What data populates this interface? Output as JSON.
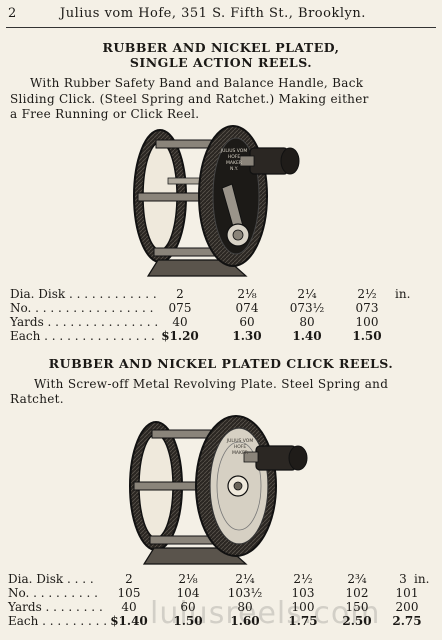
{
  "header": {
    "page_number": "2",
    "publisher": "Julius vom Hofe, 351 S. Fifth St., Brooklyn."
  },
  "section1": {
    "title_line1": "RUBBER AND NICKEL PLATED,",
    "title_line2": "SINGLE ACTION REELS.",
    "desc_line1": "With Rubber Safety Band and Balance Handle, Back",
    "desc_line2": "Sliding Click.  (Steel Spring and Ratchet.)  Making either",
    "desc_line3": "a Free Running or Click Reel.",
    "reel_plate_text": [
      "JULIUS VOM",
      "HOFE",
      "MAKER",
      "N.Y."
    ],
    "table": {
      "rows": [
        {
          "label": "Dia. Disk . . . . . . . . . . . .",
          "values": [
            "2",
            "2⅛",
            "2¼",
            "2½"
          ],
          "unit": "in."
        },
        {
          "label": "No. . . . . . . . . . . . . . . . .",
          "values": [
            "075",
            "074",
            "073½",
            "073"
          ],
          "unit": ""
        },
        {
          "label": "Yards . . . . . . . . . . . . . . .",
          "values": [
            "40",
            "60",
            "80",
            "100"
          ],
          "unit": ""
        },
        {
          "label": "Each . . . . . . . . . . . . . . .",
          "values": [
            "$1.20",
            "1.30",
            "1.40",
            "1.50"
          ],
          "unit": ""
        }
      ]
    }
  },
  "section2": {
    "title": "RUBBER AND NICKEL PLATED CLICK REELS.",
    "desc_line1": "With Screw-off Metal Revolving Plate.  Steel Spring and",
    "desc_line2": "Ratchet.",
    "reel_plate_text": [
      "JULIUS VOM",
      "HOFE",
      "MAKER"
    ],
    "table": {
      "rows": [
        {
          "label": "Dia. Disk . . . .",
          "values": [
            "2",
            "2⅛",
            "2¼",
            "2½",
            "2¾",
            "3"
          ],
          "unit": "in."
        },
        {
          "label": "No. . . . . . . . . .",
          "values": [
            "105",
            "104",
            "103½",
            "103",
            "102",
            "101"
          ],
          "unit": ""
        },
        {
          "label": "Yards . . . . . . . .",
          "values": [
            "40",
            "60",
            "80",
            "100",
            "150",
            "200"
          ],
          "unit": ""
        },
        {
          "label": "Each . . . . . . . . .",
          "values": [
            "$1.40",
            "1.50",
            "1.60",
            "1.75",
            "2.50",
            "2.75"
          ],
          "unit": ""
        }
      ]
    }
  },
  "watermark": "lulusreels.com"
}
